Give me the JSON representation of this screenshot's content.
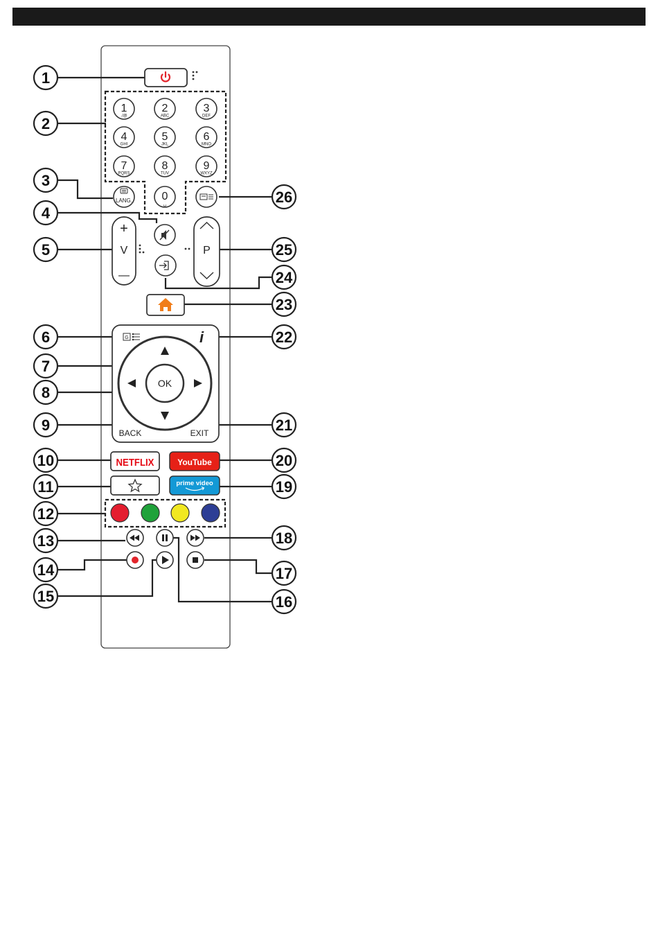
{
  "keypad": {
    "k1": {
      "digit": "1",
      "sub": "./@"
    },
    "k2": {
      "digit": "2",
      "sub": "ABC"
    },
    "k3": {
      "digit": "3",
      "sub": "DEF"
    },
    "k4": {
      "digit": "4",
      "sub": "GHI"
    },
    "k5": {
      "digit": "5",
      "sub": "JKL"
    },
    "k6": {
      "digit": "6",
      "sub": "MNO"
    },
    "k7": {
      "digit": "7",
      "sub": "PQRS"
    },
    "k8": {
      "digit": "8",
      "sub": "TUV"
    },
    "k9": {
      "digit": "9",
      "sub": "WXYZ"
    },
    "k0": {
      "digit": "0",
      "sub": "␣"
    }
  },
  "labels": {
    "lang": "LANG.",
    "volume_plus": "+",
    "volume": "V",
    "volume_minus": "—",
    "program": "P",
    "ok": "OK",
    "back": "BACK",
    "exit": "EXIT",
    "info": "i",
    "netflix": "NETFLIX",
    "youtube": "YouTube",
    "prime": "prime video",
    "guide_glyph": "G"
  },
  "colors": {
    "power": "#e2242b",
    "home": "#f07d1a",
    "netflix": "#e50914",
    "youtube": "#e62117",
    "prime": "#1399d6",
    "red": "#e41e2f",
    "green": "#1fa23a",
    "yellow": "#f1e821",
    "blue": "#2d3e95",
    "record": "#e2242b"
  },
  "icons": [
    "power-icon",
    "teletext-icon",
    "lang-icon",
    "mute-icon",
    "source-icon",
    "home-icon",
    "guide-icon",
    "star-icon",
    "rewind-icon",
    "pause-icon",
    "fast-forward-icon",
    "record-icon",
    "play-icon",
    "stop-icon"
  ],
  "callouts": {
    "c1": "1",
    "c2": "2",
    "c3": "3",
    "c4": "4",
    "c5": "5",
    "c6": "6",
    "c7": "7",
    "c8": "8",
    "c9": "9",
    "c10": "10",
    "c11": "11",
    "c12": "12",
    "c13": "13",
    "c14": "14",
    "c15": "15",
    "c16": "16",
    "c17": "17",
    "c18": "18",
    "c19": "19",
    "c20": "20",
    "c21": "21",
    "c22": "22",
    "c23": "23",
    "c24": "24",
    "c25": "25",
    "c26": "26"
  }
}
